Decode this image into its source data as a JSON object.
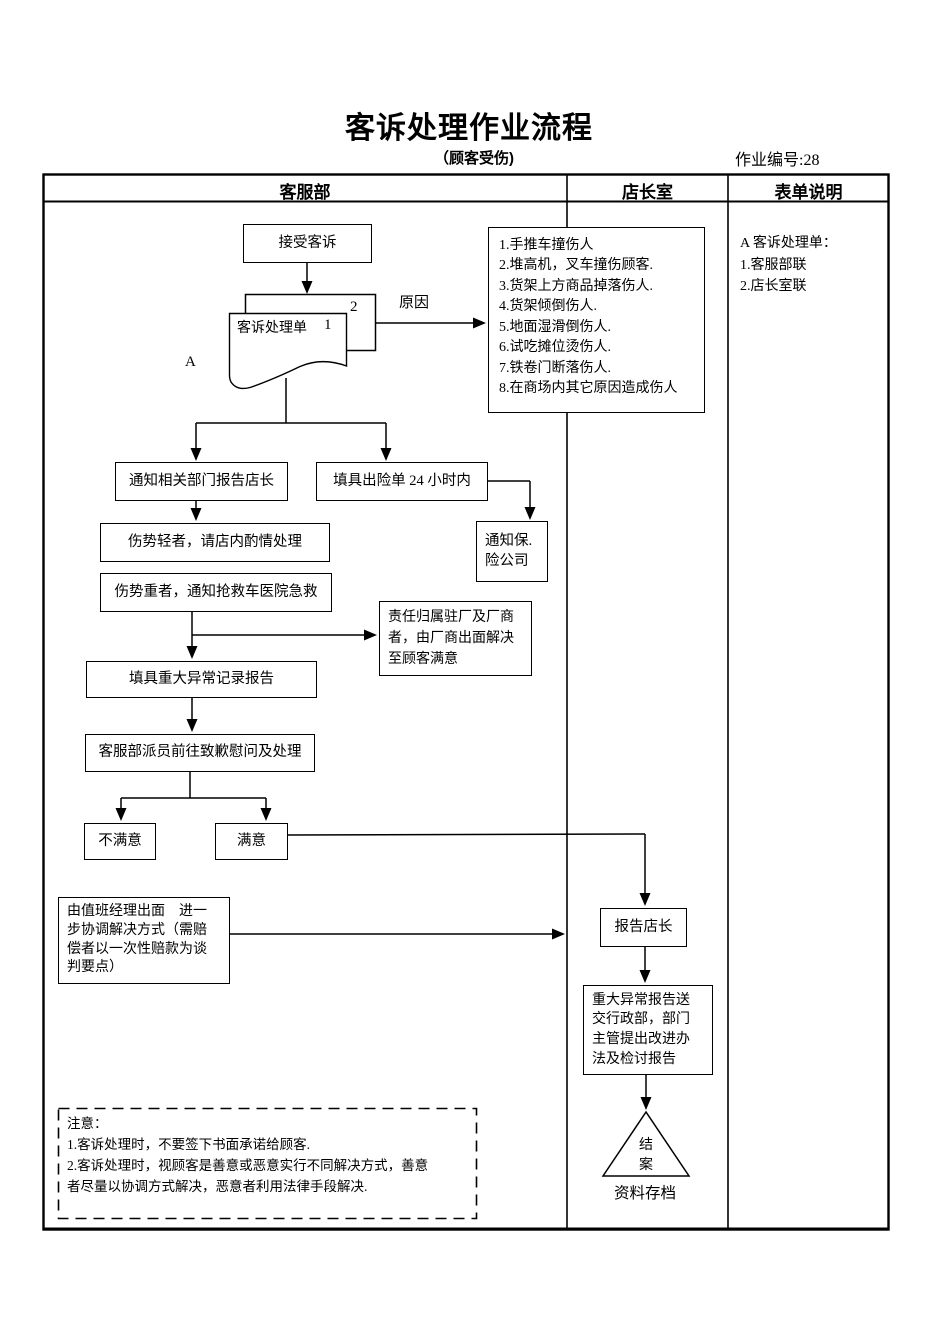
{
  "header": {
    "title": "客诉处理作业流程",
    "subtitle": "（顾客受伤)",
    "doc_number": "作业编号:28"
  },
  "columns": {
    "customer_service": "客服部",
    "store_manager": "店长室",
    "form_description": "表单说明"
  },
  "form_notes": {
    "lines": [
      " A 客诉处理单：",
      "1.客服部联",
      "2.店长室联"
    ]
  },
  "flow": {
    "receive": "接受客诉",
    "complaint_form": "客诉处理单",
    "copy1": "1",
    "copy2": "2",
    "a_label": "A",
    "reason_label": "原因",
    "reasons": [
      "1.手推车撞伤人",
      "2.堆高机，叉车撞伤顾客.",
      "3.货架上方商品掉落伤人.",
      "4.货架倾倒伤人.",
      "5.地面湿滑倒伤人.",
      "6.试吃摊位烫伤人.",
      "7.铁卷门断落伤人.",
      "8.在商场内其它原因造成伤人"
    ],
    "notify_depts": "通知相关部门报告店长",
    "fill_insurance": "填具出险单 24 小时内",
    "notify_insurer": "通知保.\n险公司",
    "minor_injury": "伤势轻者，请店内酌情处理",
    "severe_injury": "伤势重者，通知抢救车医院急救",
    "vendor_responsibility": "责任归属驻厂及厂商\n者，由厂商出面解决\n至顾客满意",
    "major_report": "填具重大异常记录报告",
    "apology_visit": "客服部派员前往致歉慰问及处理",
    "unsatisfied": "不满意",
    "satisfied": "满意",
    "duty_manager": "由值班经理出面　进一\n步协调解决方式（需赔\n偿者以一次性赔款为谈\n判要点）",
    "report_store_manager": "报告店长",
    "admin_report": "重大异常报告送\n交行政部，部门\n主管提出改进办\n法及检讨报告",
    "close_case": "结\n案",
    "archive": "资料存档",
    "note": "注意：\n1.客诉处理时，不要签下书面承诺给顾客.\n2.客诉处理时，视顾客是善意或恶意实行不同解决方式，善意\n者尽量以协调方式解决，恶意者利用法律手段解决."
  }
}
